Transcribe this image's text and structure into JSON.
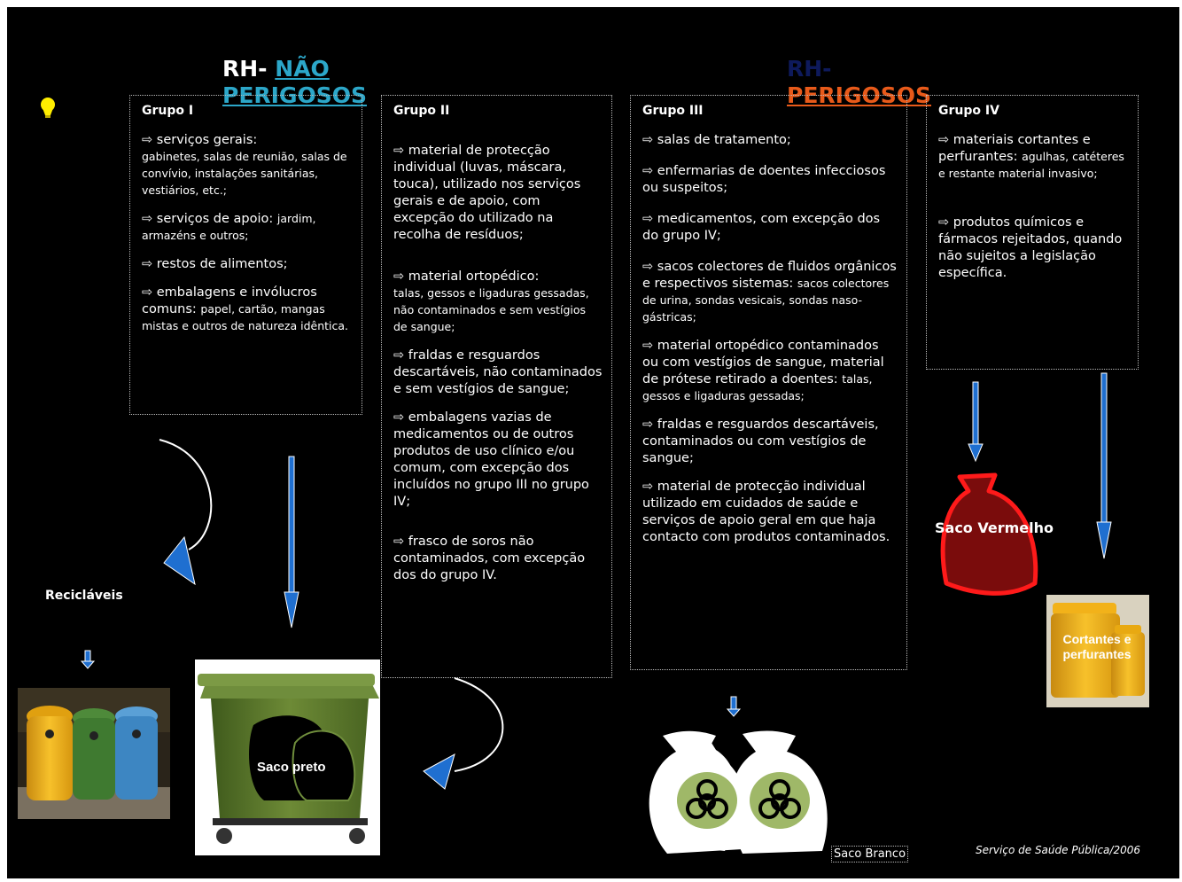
{
  "headings": {
    "non_hazardous": {
      "prefix": "RH- ",
      "word1": "NÃO",
      "word2": "PERIGOSOS",
      "prefix_color": "#ffffff",
      "word_color": "#2ca7c9"
    },
    "hazardous": {
      "prefix": "RH-",
      "word": "PERIGOSOS",
      "prefix_color": "#0e1a5c",
      "word_color": "#e85a1a"
    }
  },
  "groups": [
    {
      "title": "Grupo I",
      "items": [
        {
          "lead": "⇨ serviços gerais:",
          "detail": "gabinetes, salas de reunião, salas de convívio, instalações sanitárias, vestiários, etc.;"
        },
        {
          "lead": "⇨ serviços de apoio:",
          "detail": "jardim, armazéns e outros;"
        },
        {
          "lead": "⇨ restos de alimentos;",
          "detail": ""
        },
        {
          "lead": "⇨ embalagens e invólucros comuns:",
          "detail": "papel, cartão, mangas mistas e outros de natureza idêntica."
        }
      ]
    },
    {
      "title": "Grupo II",
      "items": [
        {
          "lead": "⇨ material de protecção individual (luvas, máscara, touca), utilizado nos serviços gerais e de apoio, com excepção do utilizado na recolha de resíduos;",
          "detail": ""
        },
        {
          "lead": "⇨ material ortopédico:",
          "detail": "talas, gessos e ligaduras gessadas, não contaminados e sem vestígios de sangue;"
        },
        {
          "lead": "⇨ fraldas e resguardos descartáveis, não contaminados e sem vestígios de sangue;",
          "detail": ""
        },
        {
          "lead": "⇨ embalagens vazias de medicamentos ou de outros produtos de uso clínico e/ou comum, com excepção dos incluídos no grupo III no grupo IV;",
          "detail": ""
        },
        {
          "lead": "⇨ frasco de soros não contaminados, com excepção dos do grupo IV.",
          "detail": ""
        }
      ]
    },
    {
      "title": "Grupo III",
      "items": [
        {
          "lead": "⇨ salas de tratamento;",
          "detail": ""
        },
        {
          "lead": "⇨ enfermarias de doentes infecciosos ou suspeitos;",
          "detail": ""
        },
        {
          "lead": "⇨ medicamentos, com excepção dos do grupo IV;",
          "detail": ""
        },
        {
          "lead": "⇨ sacos colectores de fluidos orgânicos e respectivos sistemas:",
          "detail": "sacos colectores de urina, sondas vesicais, sondas naso-gástricas;"
        },
        {
          "lead": "⇨ material ortopédico contaminados ou com vestígios de sangue, material de prótese retirado a doentes:",
          "detail": "talas, gessos e ligaduras gessadas;"
        },
        {
          "lead": "⇨ fraldas e resguardos descartáveis, contaminados ou com vestígios de sangue;",
          "detail": ""
        },
        {
          "lead": "⇨ material de protecção individual utilizado em cuidados de saúde e serviços de apoio geral em que haja contacto com produtos contaminados.",
          "detail": ""
        }
      ]
    },
    {
      "title": "Grupo IV",
      "items": [
        {
          "lead": "⇨ materiais cortantes e perfurantes:",
          "detail": "agulhas, catéteres e restante material invasivo;"
        },
        {
          "lead": "⇨ produtos químicos e fármacos rejeitados, quando não sujeitos a legislação específica.",
          "detail": ""
        }
      ]
    }
  ],
  "labels": {
    "reciclaveis": "Recicláveis",
    "saco_preto": "Saco preto",
    "saco_branco": "Saco Branco",
    "saco_vermelho": "Saco Vermelho",
    "cortantes": "Cortantes e perfurantes",
    "footer": "Serviço de Saúde Pública/2006"
  },
  "colors": {
    "background": "#000000",
    "arrow_blue": "#1f6fd0",
    "red_bag": "#7a0c0c",
    "red_outline": "#ff1a1a",
    "bin_green": "#5b7a2e",
    "biohazard_green": "#9fb868",
    "yellow_container": "#f2b21a",
    "bulb": "#ffee00"
  },
  "icons": [
    "lightbulb-icon",
    "biohazard-icon"
  ]
}
